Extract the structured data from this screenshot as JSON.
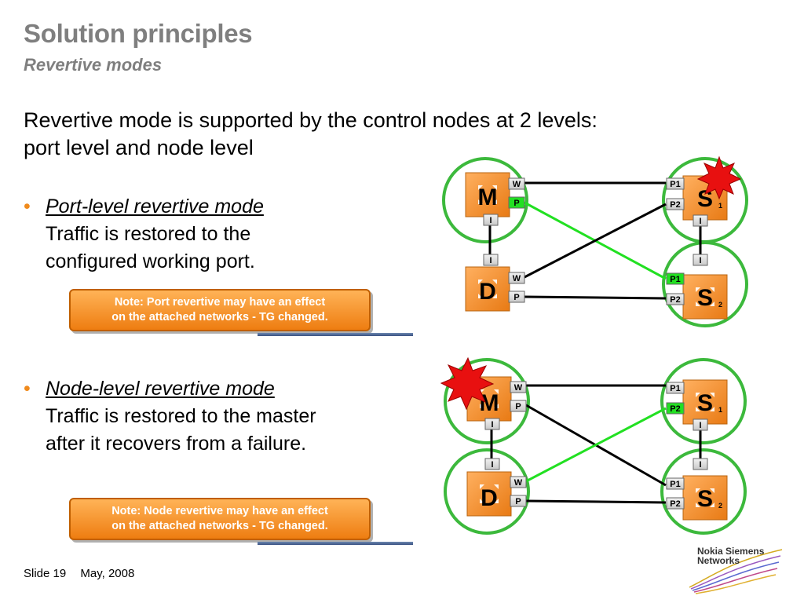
{
  "slide": {
    "title": "Solution principles",
    "subtitle": "Revertive modes",
    "intro_line1": "Revertive mode is supported by the control nodes at 2 levels:",
    "intro_line2": "port level and node level"
  },
  "bullets": [
    {
      "heading": "Port-level revertive mode",
      "line1": "Traffic is restored to the",
      "line2": "configured working port."
    },
    {
      "heading": "Node-level revertive mode",
      "line1": "Traffic is restored to the master",
      "line2": "after it recovers from a failure."
    }
  ],
  "notes": [
    {
      "line1": "Note: Port revertive may have an effect",
      "line2": "on the attached networks - TG changed."
    },
    {
      "line1": "Note: Node revertive may have an effect",
      "line2": "on the attached networks - TG changed."
    }
  ],
  "footer": {
    "slide_label": "Slide 19",
    "date": "May, 2008"
  },
  "logo": {
    "line1": "Nokia Siemens",
    "line2": "Networks"
  },
  "diagram": {
    "nodes": {
      "M": "M",
      "D": "D",
      "S": "S",
      "S1": "1",
      "S2": "2"
    },
    "ports": {
      "W": "W",
      "P": "P",
      "I": "I",
      "P1": "P1",
      "P2": "P2"
    }
  },
  "colors": {
    "accent_orange": "#f08a1c",
    "working_link": "#000000",
    "protect_link": "#22e022",
    "ring_green": "#3cb93c",
    "burst_red": "#e81010"
  }
}
